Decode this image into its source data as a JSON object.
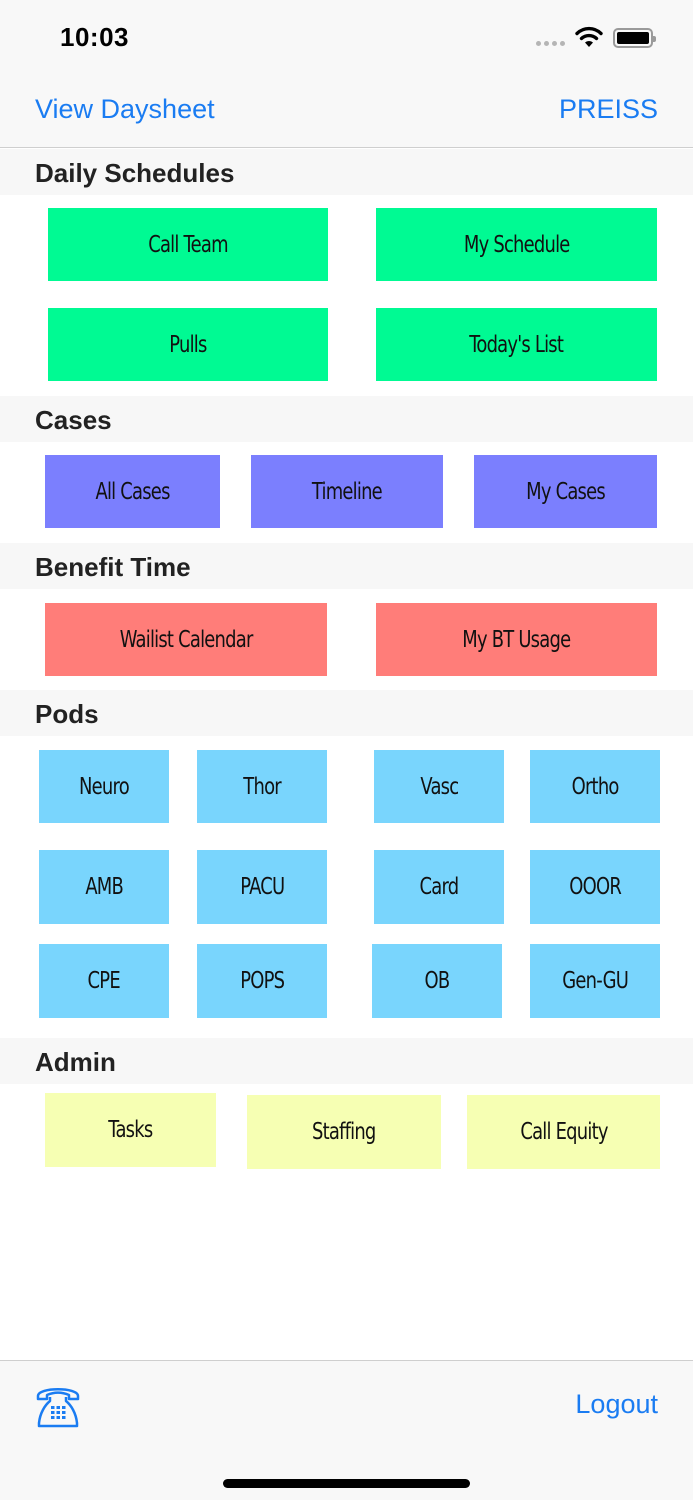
{
  "status_bar": {
    "time": "10:03",
    "icons": [
      "cellular-signal-icon",
      "wifi-icon",
      "battery-icon"
    ]
  },
  "nav": {
    "left_label": "View Daysheet",
    "right_label": "PREISS"
  },
  "sections": {
    "daily": {
      "title": "Daily Schedules",
      "color": "#00fa93",
      "buttons": [
        "Call Team",
        "My Schedule",
        "Pulls",
        "Today's List"
      ]
    },
    "cases": {
      "title": "Cases",
      "color": "#7b7ffe",
      "buttons": [
        "All Cases",
        "Timeline",
        "My Cases"
      ]
    },
    "benefit": {
      "title": "Benefit Time",
      "color": "#ff7d79",
      "buttons": [
        "Wailist Calendar",
        "My BT Usage"
      ]
    },
    "pods": {
      "title": "Pods",
      "color": "#79d5fd",
      "buttons": [
        "Neuro",
        "Thor",
        "Vasc",
        "Ortho",
        "AMB",
        "PACU",
        "Card",
        "OOOR",
        "CPE",
        "POPS",
        "OB",
        "Gen-GU"
      ]
    },
    "admin": {
      "title": "Admin",
      "color": "#f6ffb3",
      "buttons": [
        "Tasks",
        "Staffing",
        "Call Equity"
      ]
    }
  },
  "toolbar": {
    "phone_icon": "telephone-icon",
    "logout_label": "Logout"
  },
  "colors": {
    "accent": "#1a7cf2"
  }
}
